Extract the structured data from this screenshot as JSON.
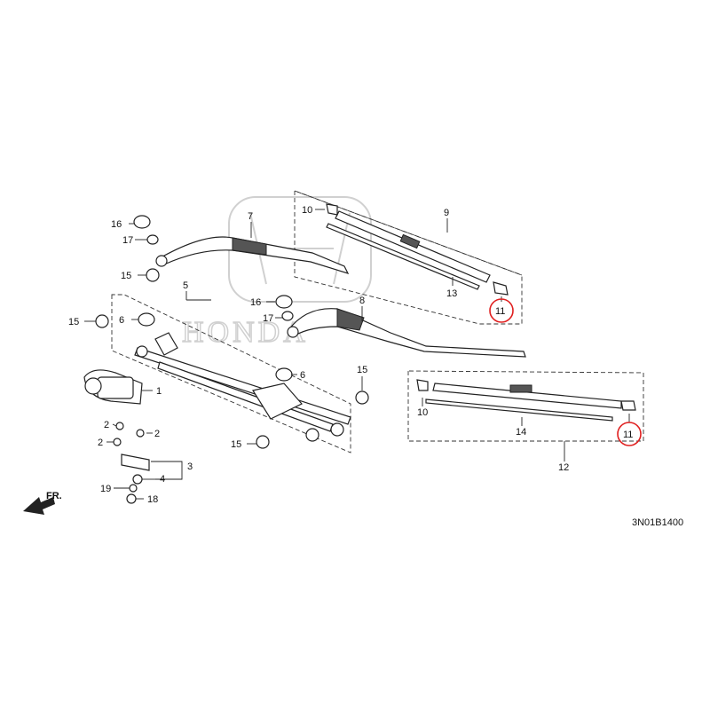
{
  "diagram": {
    "code": "3N01B1400",
    "front_marker": "FR.",
    "watermark": "HONDA",
    "part_numbers": {
      "p1": "1",
      "p2a": "2",
      "p2b": "2",
      "p2c": "2",
      "p3": "3",
      "p4": "4",
      "p5": "5",
      "p6a": "6",
      "p6b": "6",
      "p7": "7",
      "p8": "8",
      "p9": "9",
      "p10a": "10",
      "p10b": "10",
      "p11a": "11",
      "p11b": "11",
      "p12": "12",
      "p13": "13",
      "p14": "14",
      "p15a": "15",
      "p15b": "15",
      "p15c": "15",
      "p15d": "15",
      "p16a": "16",
      "p16b": "16",
      "p17a": "17",
      "p17b": "17",
      "p18": "18",
      "p19": "19"
    },
    "highlight_color": "#e02020"
  }
}
